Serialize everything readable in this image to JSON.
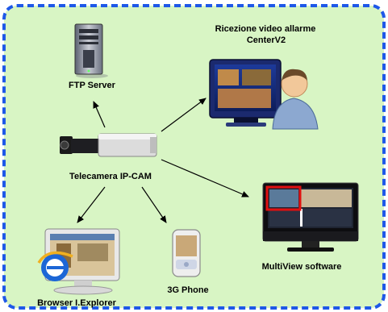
{
  "colors": {
    "background": "#d8f5c4",
    "border": "#1e58e8",
    "arrow": "#000000",
    "highlight": "#e01010"
  },
  "nodes": {
    "ftp_server": {
      "label": "FTP Server",
      "icon": "server-tower-icon"
    },
    "center": {
      "label_line1": "Ricezione  video allarme",
      "label_line2": "CenterV2",
      "icon": "monitor-operator-icon"
    },
    "camera": {
      "label": "Telecamera IP-CAM",
      "icon": "ip-camera-icon"
    },
    "browser": {
      "label": "Browser I.Explorer",
      "icon": "internet-explorer-icon"
    },
    "phone": {
      "label": "3G Phone",
      "icon": "mobile-phone-icon"
    },
    "multiview": {
      "label": "MultiView software",
      "icon": "widescreen-monitor-icon"
    }
  }
}
